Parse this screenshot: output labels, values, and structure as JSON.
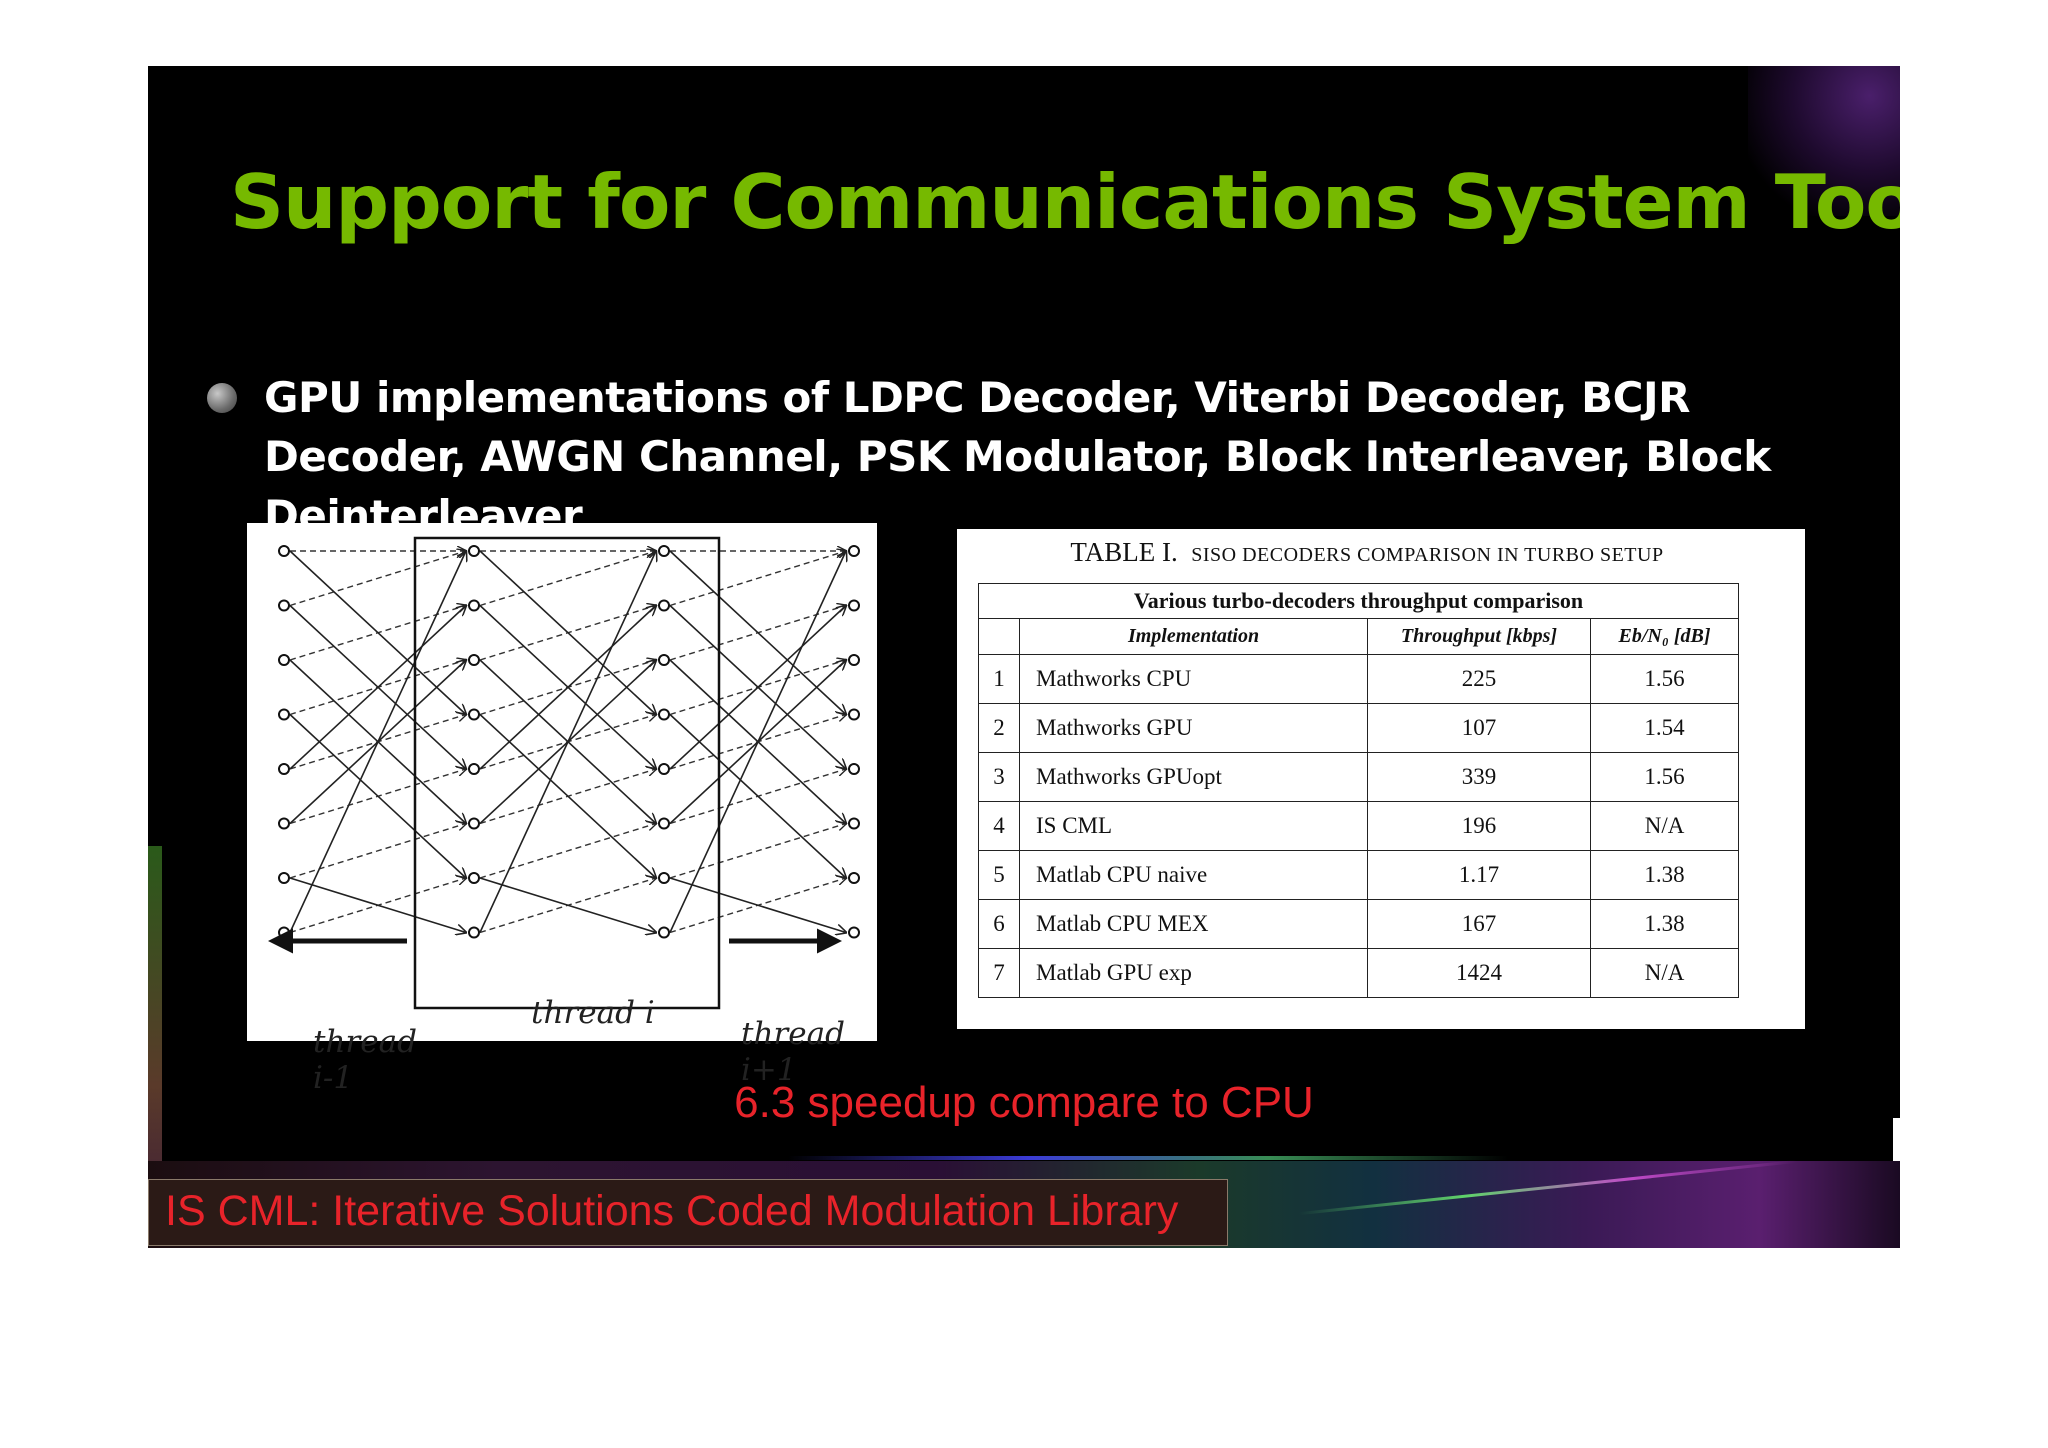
{
  "slide": {
    "title": "Support for Communications System Toolbox",
    "bullet": "GPU implementations of LDPC Decoder, Viterbi Decoder, BCJR Decoder, AWGN Channel, PSK Modulator, Block Interleaver, Block Deinterleaver",
    "title_color": "#76b900",
    "highlight_color": "#e8232a"
  },
  "diagram": {
    "label_thread_i": "thread i",
    "label_prev_1": "thread",
    "label_prev_2": "i-1",
    "label_next_1": "thread",
    "label_next_2": "i+1"
  },
  "table": {
    "caption_main": "TABLE I.",
    "caption_sub": "SISO DECODERS COMPARISON IN TURBO SETUP",
    "group_header": "Various turbo-decoders throughput comparison",
    "columns": [
      "",
      "Implementation",
      "Throughput [kbps]",
      "Eb/N₀ [dB]"
    ],
    "rows": [
      [
        "1",
        "Mathworks CPU",
        "225",
        "1.56"
      ],
      [
        "2",
        "Mathworks GPU",
        "107",
        "1.54"
      ],
      [
        "3",
        "Mathworks GPUopt",
        "339",
        "1.56"
      ],
      [
        "4",
        "IS CML",
        "196",
        "N/A"
      ],
      [
        "5",
        "Matlab CPU naive",
        "1.17",
        "1.38"
      ],
      [
        "6",
        "Matlab CPU MEX",
        "167",
        "1.38"
      ],
      [
        "7",
        "Matlab GPU exp",
        "1424",
        "N/A"
      ]
    ]
  },
  "speedup_note": "6.3 speedup compare to CPU",
  "footer_note": "IS CML: Iterative Solutions Coded Modulation Library"
}
